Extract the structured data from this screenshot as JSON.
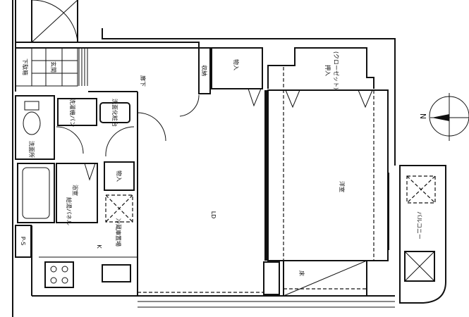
{
  "plan": {
    "rooms": {
      "getabako": "下駄箱",
      "genkan": "玄関",
      "rouka": "廊下",
      "shuno": "収納",
      "monoire_top": "物入",
      "oshiire": "押入",
      "closet": "(クローゼット)",
      "youshitsu": "洋室",
      "ld": "LD",
      "toko": "床",
      "senmenjo": "洗面所",
      "sentakuki": "洗濯機パン",
      "senmen_keshoudai": "洗面化粧台",
      "yokushitsu": "浴室",
      "kyuto_panel": "給湯パネル",
      "monoire_mid": "物入",
      "reizouko": "冷蔵庫置場",
      "kitchen": "K",
      "ps": "P-S",
      "balcony": "バルコニー"
    },
    "compass": "N"
  }
}
